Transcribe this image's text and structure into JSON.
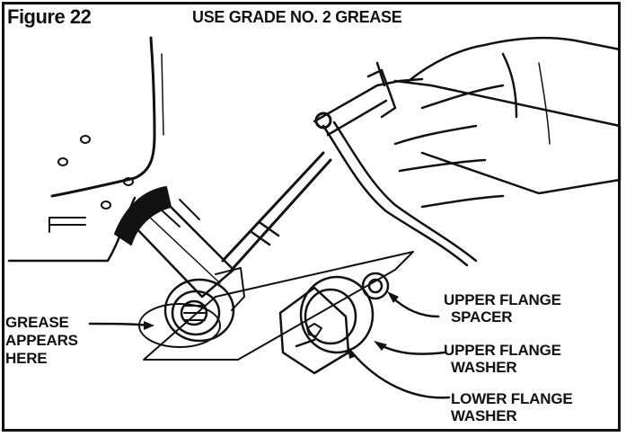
{
  "figure_label": "Figure 22",
  "header": "USE GRADE NO. 2 GREASE",
  "labels": {
    "upper_flange_spacer": [
      "UPPER FLANGE",
      "SPACER"
    ],
    "upper_flange_washer": [
      "UPPER FLANGE",
      "WASHER"
    ],
    "lower_flange_washer": [
      "LOWER FLANGE",
      "WASHER"
    ],
    "grease": [
      "GREASE",
      "APPEARS",
      "HERE"
    ]
  }
}
